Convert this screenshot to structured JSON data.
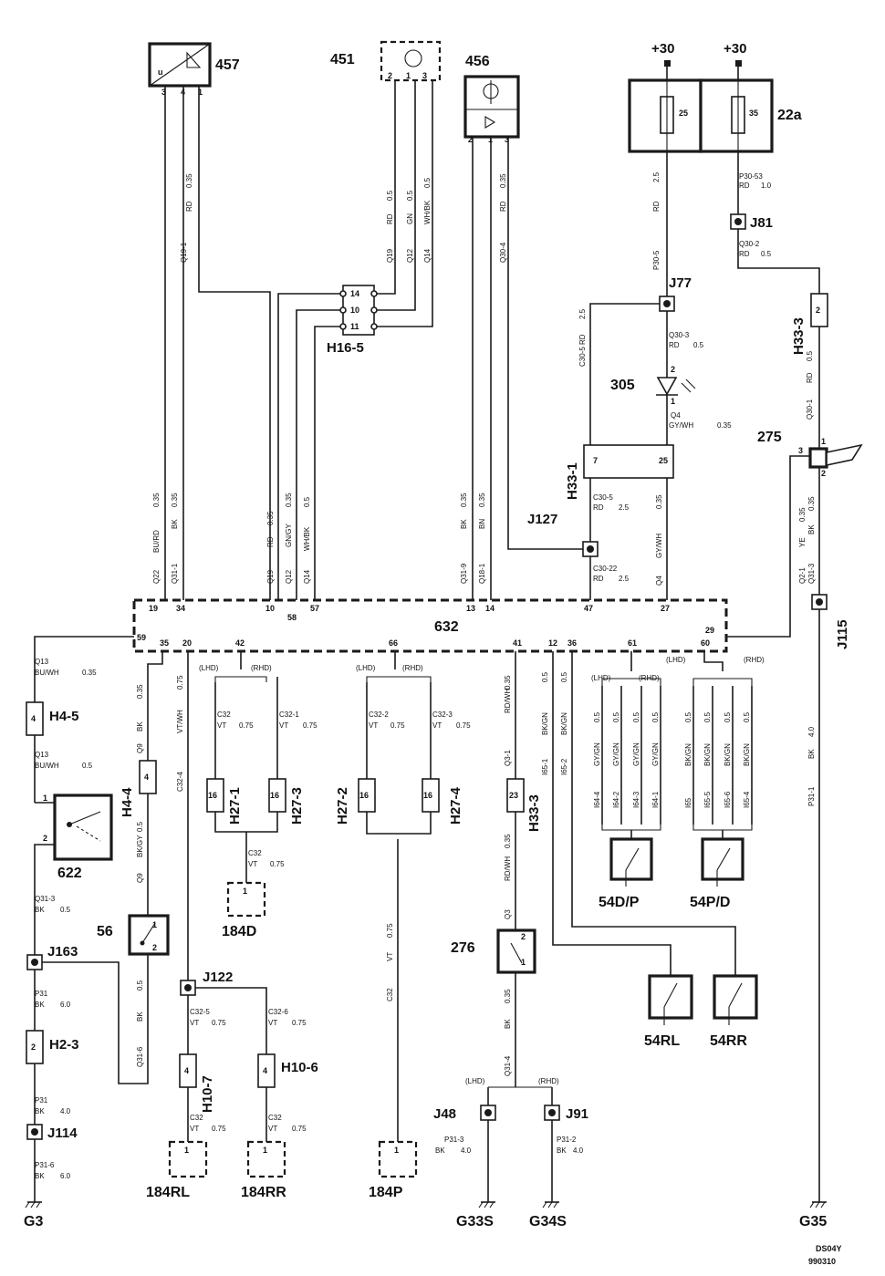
{
  "diagram": {
    "components": {
      "c457": "457",
      "c451": "451",
      "c456": "456",
      "c22a": "22a",
      "c305": "305",
      "c275": "275",
      "c632": "632",
      "c622": "622",
      "c56": "56",
      "c276": "276",
      "c54DP": "54D/P",
      "c54PD": "54P/D",
      "c54RL": "54RL",
      "c54RR": "54RR",
      "c184D": "184D",
      "c184RL": "184RL",
      "c184RR": "184RR",
      "c184P": "184P",
      "gG3": "G3",
      "gG33S": "G33S",
      "gG34S": "G34S",
      "gG35": "G35"
    },
    "supply": {
      "plus30a": "+30",
      "plus30b": "+30",
      "fuse25": "25",
      "fuse35": "35"
    },
    "symbols": {
      "u": "u"
    },
    "connectors": {
      "H16_5": "H16-5",
      "H33_1": "H33-1",
      "H33_3a": "H33-3",
      "H33_3b": "H33-3",
      "H4_5": "H4-5",
      "H4_4": "H4-4",
      "H27_1": "H27-1",
      "H27_3": "H27-3",
      "H27_2": "H27-2",
      "H27_4": "H27-4",
      "H2_3": "H2-3",
      "H10_7": "H10-7",
      "H10_6": "H10-6"
    },
    "junctions": {
      "J81": "J81",
      "J77": "J77",
      "J127": "J127",
      "J115": "J115",
      "J163": "J163",
      "J114": "J114",
      "J122": "J122",
      "J48": "J48",
      "J91": "J91"
    },
    "pins_top": {
      "p19": "19",
      "p34": "34",
      "p10": "10",
      "p58": "58",
      "p57": "57",
      "p13": "13",
      "p14": "14",
      "p47": "47",
      "p27": "27"
    },
    "pins_bottom": {
      "p59": "59",
      "p35": "35",
      "p20": "20",
      "p42": "42",
      "p66": "66",
      "p41": "41",
      "p12": "12",
      "p36": "36",
      "p61": "61",
      "p60": "60",
      "p29": "29"
    },
    "pins_misc": {
      "h16_14": "14",
      "h16_10": "10",
      "h16_11": "11",
      "h33_7": "7",
      "h33_25": "25",
      "c457_3": "3",
      "c457_4": "4",
      "c457_1": "1",
      "c451_2": "2",
      "c451_1": "1",
      "c451_3": "3",
      "c456_2": "2",
      "c456_1": "1",
      "c456_3": "3",
      "c305_2": "2",
      "c305_1": "1",
      "c275_1": "1",
      "c275_3": "3",
      "c275_2": "2",
      "h33_3a": "2",
      "h4_5": "4",
      "h4_4": "4",
      "h27_1": "16",
      "h27_3": "16",
      "h27_2": "16",
      "h27_4": "16",
      "h33_3b": "23",
      "h2_3": "2",
      "h10_7": "4",
      "h10_6": "4",
      "c622_1": "1",
      "c622_2": "2",
      "c56_1": "1",
      "c56_2": "2",
      "c276_2": "2",
      "c276_1": "1",
      "s184D": "1",
      "s184RL": "1",
      "s184RR": "1",
      "s184P": "1"
    },
    "variants": {
      "lhd1": "(LHD)",
      "rhd1": "(RHD)",
      "lhd2": "(LHD)",
      "rhd2": "(RHD)",
      "lhd3": "(LHD)",
      "rhd3": "(RHD)",
      "lhd4": "(LHD)",
      "rhd4": "(RHD)",
      "lhd5": "(LHD)",
      "rhd5": "(RHD)"
    },
    "wires": {
      "w457_a": "Q19-1",
      "w457_b": "RD",
      "w457_c": "0.35",
      "w451_a1": "Q19",
      "w451_a2": "RD",
      "w451_a3": "0.5",
      "w451_b1": "Q12",
      "w451_b2": "GN",
      "w451_b3": "0.5",
      "w451_c1": "Q14",
      "w451_c2": "WH/BK",
      "w451_c3": "0.5",
      "w456_a1": "Q30-4",
      "w456_a2": "RD",
      "w456_a3": "0.35",
      "f25_a": "P30-5",
      "f25_b": "RD",
      "f25_c": "2.5",
      "f35_a": "P30-53",
      "f35_b": "RD",
      "f35_c": "1.0",
      "j81_a": "Q30-2",
      "j81_b": "RD",
      "j81_c": "0.5",
      "j77_a": "Q30-3",
      "j77_b": "RD",
      "j77_c": "0.5",
      "j77l_a": "C30-5",
      "j77l_b": "RD",
      "j77l_c": "2.5",
      "led_a": "Q4",
      "led_b": "GY/WH",
      "led_c": "0.35",
      "h33a_a": "Q30-1",
      "h33a_b": "RD",
      "h33a_c": "0.5",
      "h33b_a": "C30-5",
      "h33b_b": "RD",
      "h33b_c": "2.5",
      "j127_a": "C30-22",
      "j127_b": "RD",
      "j127_c": "2.5",
      "p27_a": "Q4",
      "p27_b": "GY/WH",
      "p27_c": "0.35",
      "p19_a": "Q22",
      "p19_b": "BU/RD",
      "p19_c": "0.35",
      "p34_a": "Q31-1",
      "p34_b": "BK",
      "p34_c": "0.35",
      "p10_a": "Q19",
      "p10_b": "RD",
      "p10_c": "0.35",
      "p58_a": "Q12",
      "p58_b": "GN/GY",
      "p58_c": "0.35",
      "p57_a": "Q14",
      "p57_b": "WH/BK",
      "p57_c": "0.5",
      "p13_a": "Q31-9",
      "p13_b": "BK",
      "p13_c": "0.35",
      "p14_a": "Q18-1",
      "p14_b": "BN",
      "p14_c": "0.35",
      "p29_a": "Q2-1",
      "p29_b": "YE",
      "p29_c": "0.35",
      "c275_a": "Q31-3",
      "c275_b": "BK",
      "c275_c": "0.35",
      "j115_a": "P31-1",
      "j115_b": "BK",
      "j115_c": "4.0",
      "p59_a": "Q13",
      "p59_b": "BU/WH",
      "p59_c": "0.35",
      "h45_a": "Q13",
      "h45_b": "BU/WH",
      "h45_c": "0.5",
      "c622_a": "Q31-3",
      "c622_b": "BK",
      "c622_c": "0.5",
      "j163_a": "P31",
      "j163_b": "BK",
      "j163_c": "6.0",
      "h23_a": "P31",
      "h23_b": "BK",
      "h23_c": "4.0",
      "j114_a": "P31-6",
      "j114_b": "BK",
      "j114_c": "6.0",
      "p35_a": "Q9",
      "p35_b": "BK",
      "p35_c": "0.35",
      "h44_a": "Q9",
      "h44_b": "BK/GY",
      "h44_c": "0.5",
      "c56_a": "Q31-6",
      "c56_b": "BK",
      "c56_c": "0.5",
      "p20_a": "C32-4",
      "p20_b": "VT/WH",
      "p20_c": "0.75",
      "h271_a": "C32",
      "h271_b": "VT",
      "h271_c": "0.75",
      "h273_a": "C32-1",
      "h273_b": "VT",
      "h273_c": "0.75",
      "d184_a": "C32",
      "d184_b": "VT",
      "d184_c": "0.75",
      "h272_a": "C32-2",
      "h272_b": "VT",
      "h272_c": "0.75",
      "h274_a": "C32-3",
      "h274_b": "VT",
      "h274_c": "0.75",
      "p184_a": "C32",
      "p184_b": "VT",
      "p184_c": "0.75",
      "j122_a": "C32-5",
      "j122_b": "VT",
      "j122_c": "0.75",
      "j122_d": "C32-6",
      "j122_e": "VT",
      "j122_f": "0.75",
      "rl184_a": "C32",
      "rl184_b": "VT",
      "rl184_c": "0.75",
      "rr184_a": "C32",
      "rr184_b": "VT",
      "rr184_c": "0.75",
      "p41_a": "Q3-1",
      "p41_b": "RD/WH",
      "p41_c": "0.35",
      "h333_a": "Q3",
      "h333_b": "RD/WH",
      "h333_c": "0.35",
      "c276_a": "Q31-4",
      "c276_b": "BK",
      "c276_c": "0.35",
      "j48_a": "P31-3",
      "j48_b": "BK",
      "j48_c": "4.0",
      "j91_a": "P31-2",
      "j91_b": "BK",
      "j91_c": "4.0",
      "p12_a": "I65-1",
      "p12_b": "BK/GN",
      "p12_c": "0.5",
      "p36_a": "I65-2",
      "p36_b": "BK/GN",
      "p36_c": "0.5",
      "dp_1a": "I64-4",
      "dp_1b": "GY/GN",
      "dp_1c": "0.5",
      "dp_2a": "I64-2",
      "dp_2b": "GY/GN",
      "dp_2c": "0.5",
      "dp_3a": "I64-3",
      "dp_3b": "GY/GN",
      "dp_3c": "0.5",
      "dp_4a": "I64-1",
      "dp_4b": "GY/GN",
      "dp_4c": "0.5",
      "pd_1a": "I65",
      "pd_1b": "BK/GN",
      "pd_1c": "0.5",
      "pd_2a": "I65-5",
      "pd_2b": "BK/GN",
      "pd_2c": "0.5",
      "pd_3a": "I65-6",
      "pd_3b": "BK/GN",
      "pd_3c": "0.5",
      "pd_4a": "I65-4",
      "pd_4b": "BK/GN",
      "pd_4c": "0.5"
    },
    "stamp": {
      "code": "DS04Y",
      "date": "990310"
    }
  }
}
